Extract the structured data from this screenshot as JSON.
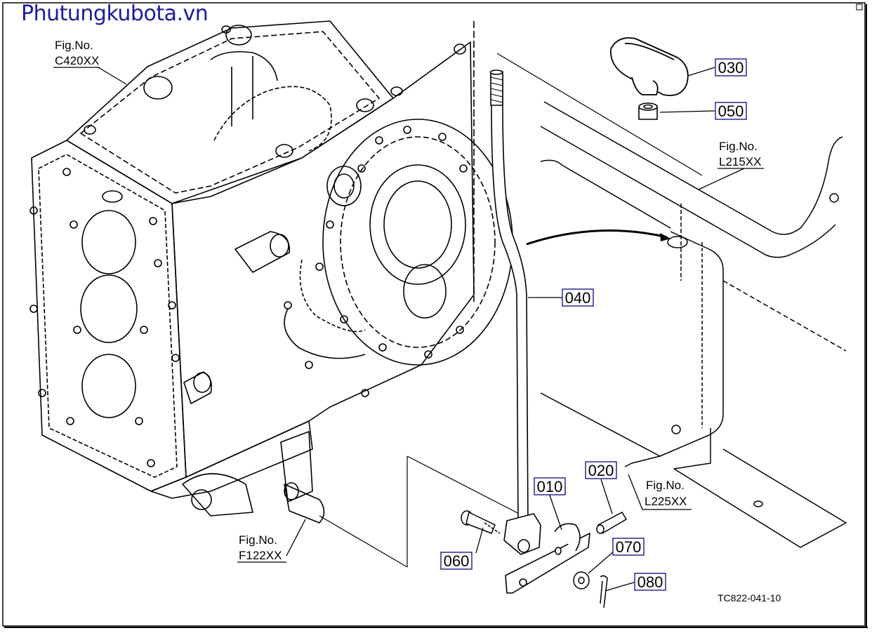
{
  "site_title": "Phutungkubota.vn",
  "fig_refs": {
    "c420": {
      "prefix": "Fig.No.",
      "code": "C420XX"
    },
    "l215": {
      "prefix": "Fig.No.",
      "code": "L215XX"
    },
    "f122": {
      "prefix": "Fig.No.",
      "code": "F122XX"
    },
    "l225": {
      "prefix": "Fig.No.",
      "code": "L225XX"
    }
  },
  "parts": {
    "p010": "010",
    "p020": "020",
    "p030": "030",
    "p040": "040",
    "p050": "050",
    "p060": "060",
    "p070": "070",
    "p080": "080"
  },
  "drawing_code": "TC822-041-10",
  "colors": {
    "title": "#1c1c9c",
    "line": "#000000",
    "callout_box": "#1a1a8c"
  }
}
